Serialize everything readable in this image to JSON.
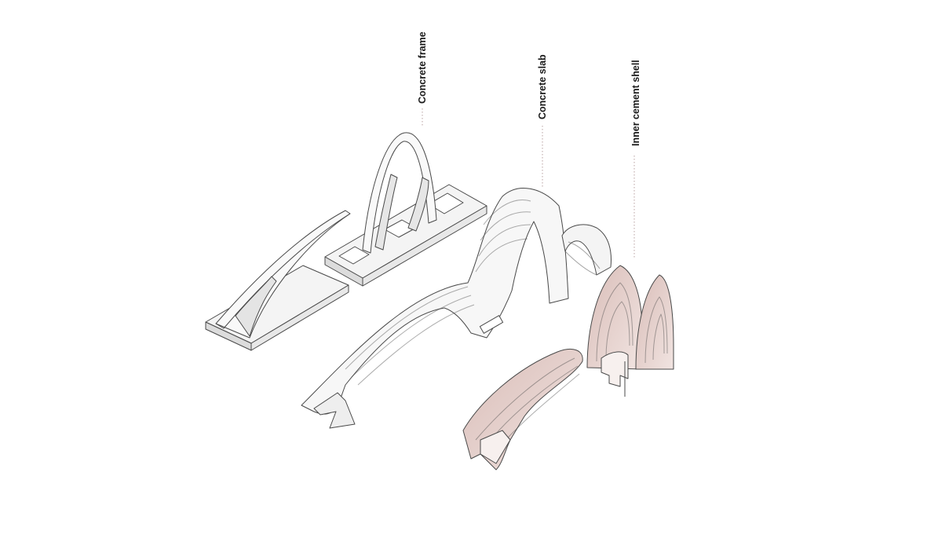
{
  "labels": {
    "concrete_frame": "Concrete frame",
    "concrete_slab": "Concrete slab",
    "inner_cement_shell": "Inner cement shell"
  },
  "colors": {
    "outline": "#4a4a4a",
    "concrete_fill": "#f7f7f7",
    "concrete_shade": "#e6e6e6",
    "shell_fill": "#e9d6d3",
    "shell_shade": "#cfb0ab",
    "leader": "#b8a0a0"
  }
}
